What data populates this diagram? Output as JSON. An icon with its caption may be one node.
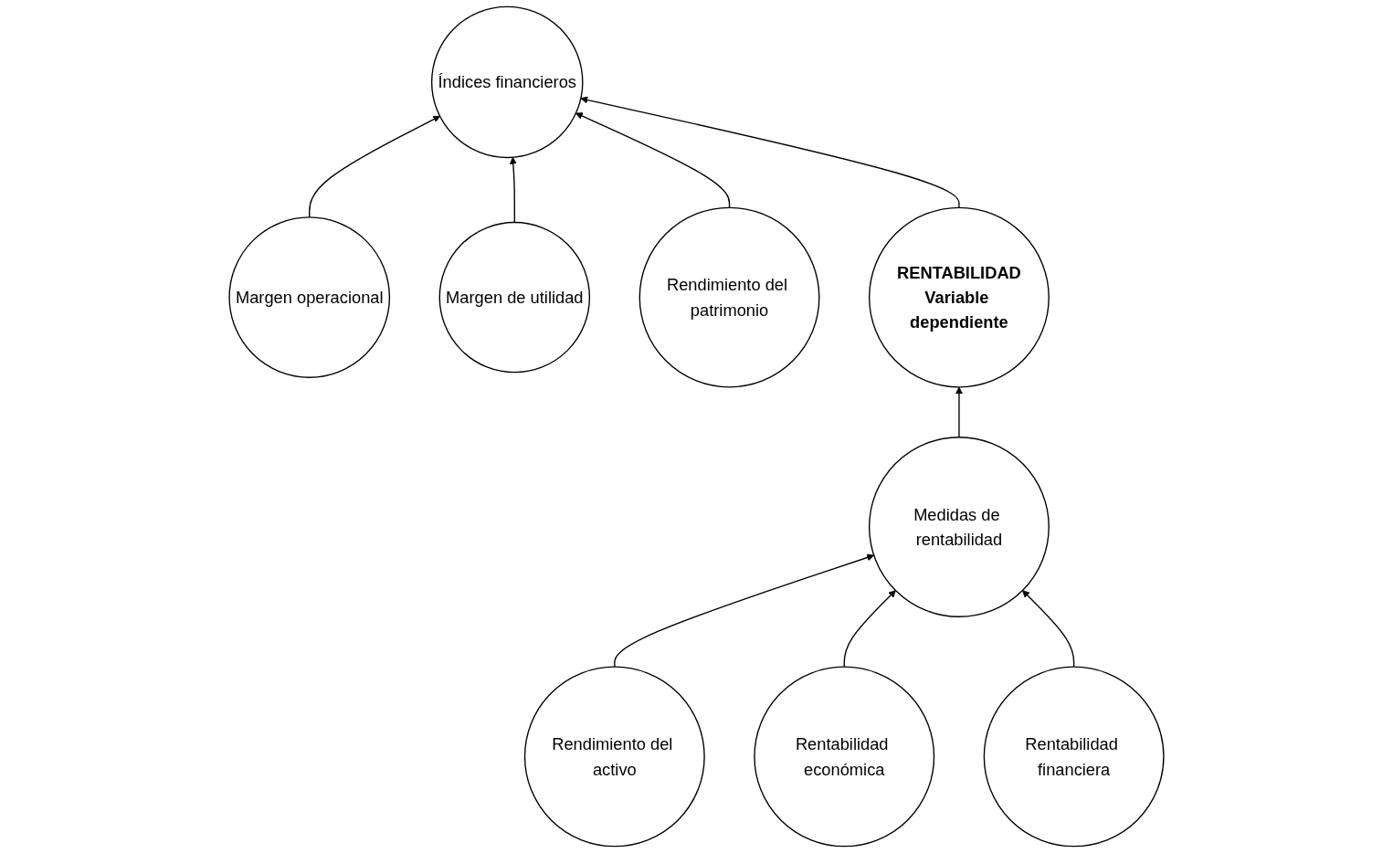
{
  "diagram": {
    "nodes": [
      {
        "text": [
          "Margen operacional"
        ]
      },
      {
        "text": [
          "Margen de utilidad"
        ]
      },
      {
        "text": [
          "Rendimiento del patrimonio"
        ]
      },
      {
        "text": [
          "Índices financieros"
        ]
      },
      {
        "text": [
          "Rendimiento del activo"
        ]
      },
      {
        "text": [
          "RENTABILIDAD",
          "Variable dependiente"
        ]
      },
      {
        "text": [
          "Medidas de rentabilidad"
        ]
      },
      {
        "text": [
          "Rentabilidad económica"
        ]
      },
      {
        "text": [
          "Rentabilidad financiera"
        ]
      }
    ],
    "edges": [
      {
        "from": 0,
        "to": 3,
        "arrow": "to"
      },
      {
        "from": 1,
        "to": 3,
        "arrow": "to"
      },
      {
        "from": 2,
        "to": 3,
        "arrow": "to"
      },
      {
        "from": 5,
        "to": 3,
        "arrow": "to"
      },
      {
        "from": 6,
        "to": 5,
        "arrow": "to"
      },
      {
        "from": 4,
        "to": 6,
        "arrow": "to"
      },
      {
        "from": 7,
        "to": 6,
        "arrow": "to"
      },
      {
        "from": 8,
        "to": 6,
        "arrow": "to"
      }
    ]
  }
}
